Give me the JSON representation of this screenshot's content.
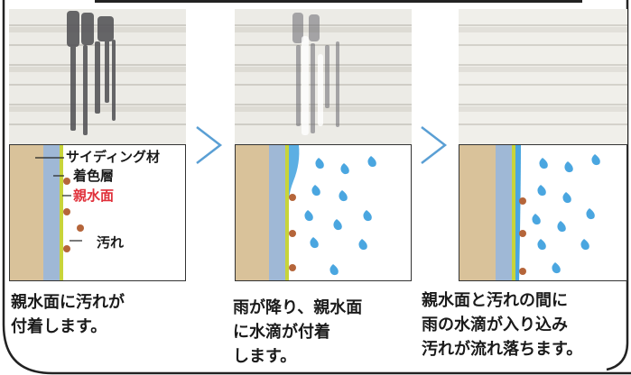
{
  "layers": {
    "siding": "サイディング材",
    "color_layer": "着色層",
    "hydrophilic": "親水面",
    "dirt": "汚れ"
  },
  "steps": [
    {
      "caption_lines": [
        "親水面に汚れが",
        "付着します。"
      ]
    },
    {
      "caption_lines": [
        "雨が降り、親水面",
        "に水滴が付着",
        "します。"
      ]
    },
    {
      "caption_lines": [
        "親水面と汚れの間に",
        "雨の水滴が入り込み",
        "汚れが流れ落ちます。"
      ]
    }
  ],
  "colors": {
    "siding": "#d9c29a",
    "color_layer": "#9fb8d6",
    "hydrophilic": "#c8d43a",
    "dirt": "#b5653a",
    "water": "#4aa6e0",
    "arrow": "#5a9fd4",
    "hydrophilic_label": "#e0303a"
  }
}
